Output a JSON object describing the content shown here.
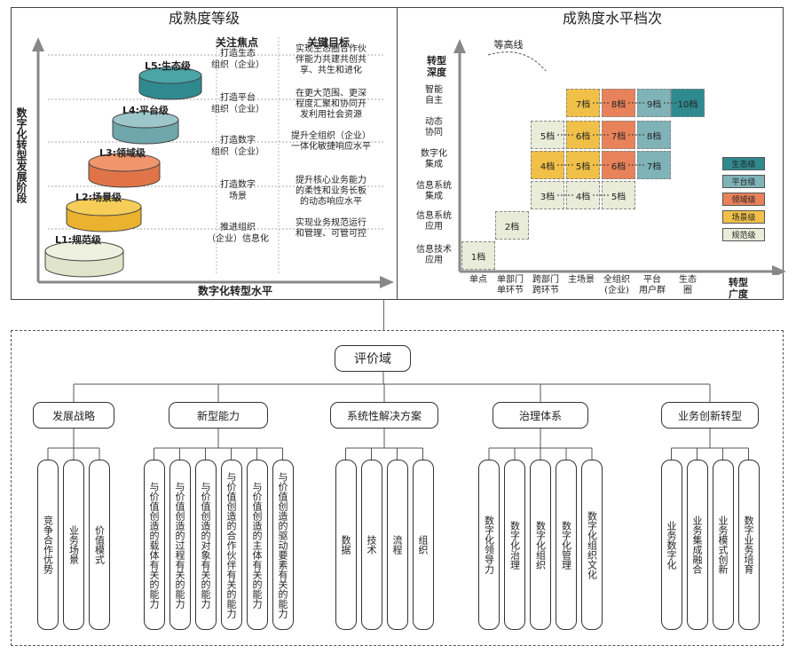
{
  "top_left": {
    "title": "成熟度等级",
    "y_axis_label": "数字化转型发展阶段",
    "x_axis_label": "数字化转型水平",
    "col_focus": "关注焦点",
    "col_goal": "关键目标",
    "levels": [
      {
        "name": "L5:生态级",
        "focus": "打造生态\n组织（企业）",
        "goal": "实现生态圈合作伙\n伴能力共建共创共\n享、共生和进化",
        "color": "#2f8a8f"
      },
      {
        "name": "L4:平台级",
        "focus": "打造平台\n组织（企业）",
        "goal": "在更大范围、更深\n程度汇聚和协同开\n发利用社会资源",
        "color": "#7fb3b8"
      },
      {
        "name": "L3:领域级",
        "focus": "打造数字\n组织（企业）",
        "goal": "提升全组织（企业）\n一体化敏捷响应水平",
        "color": "#e8825a"
      },
      {
        "name": "L2:场景级",
        "focus": "打造数字\n场景",
        "goal": "提升核心业务能力\n的柔性和业务长板\n的动态响应水平",
        "color": "#f0c048"
      },
      {
        "name": "L1:规范级",
        "focus": "推进组织\n（企业）信息化",
        "goal": "实现业务规范运行\n和管理、可管可控",
        "color": "#e8ecd8"
      }
    ]
  },
  "top_right": {
    "title": "成熟度水平档次",
    "y_axis_label": "转型\n深度",
    "x_axis_label": "转型\n广度",
    "contour_label": "等高线",
    "y_categories": [
      "智能\n自主",
      "动态\n协同",
      "数字化\n集成",
      "信息系统\n集成",
      "信息系统\n应用",
      "信息技术\n应用"
    ],
    "x_categories": [
      "单点",
      "单部门\n单环节",
      "跨部门\n跨环节",
      "主场景",
      "全组织\n(企业)",
      "平台\n用户群",
      "生态\n圈"
    ],
    "grades": [
      "1档",
      "2档",
      "3档",
      "4档",
      "5档",
      "5档",
      "6档",
      "7档",
      "8档",
      "9档",
      "10档"
    ],
    "cells": [
      {
        "label": "1档",
        "level": "规范级"
      },
      {
        "label": "2档",
        "level": "规范级"
      },
      {
        "label": "3档",
        "level": "规范级"
      },
      {
        "label": "4档",
        "level": "规范级"
      },
      {
        "label": "5档",
        "level": "规范级"
      },
      {
        "label": "4档",
        "level": "场景级"
      },
      {
        "label": "5档",
        "level": "场景级"
      },
      {
        "label": "6档",
        "level": "领域级"
      },
      {
        "label": "7档",
        "level": "平台级"
      },
      {
        "label": "5档",
        "level": "规范级"
      },
      {
        "label": "6档",
        "level": "场景级"
      },
      {
        "label": "7档",
        "level": "领域级"
      },
      {
        "label": "8档",
        "level": "平台级"
      },
      {
        "label": "7档",
        "level": "场景级"
      },
      {
        "label": "8档",
        "level": "领域级"
      },
      {
        "label": "9档",
        "level": "平台级"
      },
      {
        "label": "10档",
        "level": "生态级"
      }
    ],
    "legend": [
      {
        "label": "生态级",
        "color": "#2f8a8f"
      },
      {
        "label": "平台级",
        "color": "#7fb3b8"
      },
      {
        "label": "领域级",
        "color": "#e8825a"
      },
      {
        "label": "场景级",
        "color": "#f0c048"
      },
      {
        "label": "规范级",
        "color": "#e8ecd8"
      }
    ]
  },
  "bottom": {
    "root": "评价域",
    "domains": [
      {
        "label": "发展战略",
        "children": [
          "竞争合作优势",
          "业务场景",
          "价值模式"
        ]
      },
      {
        "label": "新型能力",
        "children": [
          "与价值创造的载体有关的能力",
          "与价值创造的过程有关的能力",
          "与价值创造的对象有关的能力",
          "与价值创造的合作伙伴有关的能力",
          "与价值创造的主体有关的能力",
          "与价值创造的驱动要素有关的能力"
        ]
      },
      {
        "label": "系统性解决方案",
        "children": [
          "数据",
          "技术",
          "流程",
          "组织"
        ]
      },
      {
        "label": "治理体系",
        "children": [
          "数字化领导力",
          "数字化治理",
          "数字化组织",
          "数字化管理",
          "数字化组织文化"
        ]
      },
      {
        "label": "业务创新转型",
        "children": [
          "业务数字化",
          "业务集成融合",
          "业务模式创新",
          "数字业务培育"
        ]
      }
    ]
  }
}
